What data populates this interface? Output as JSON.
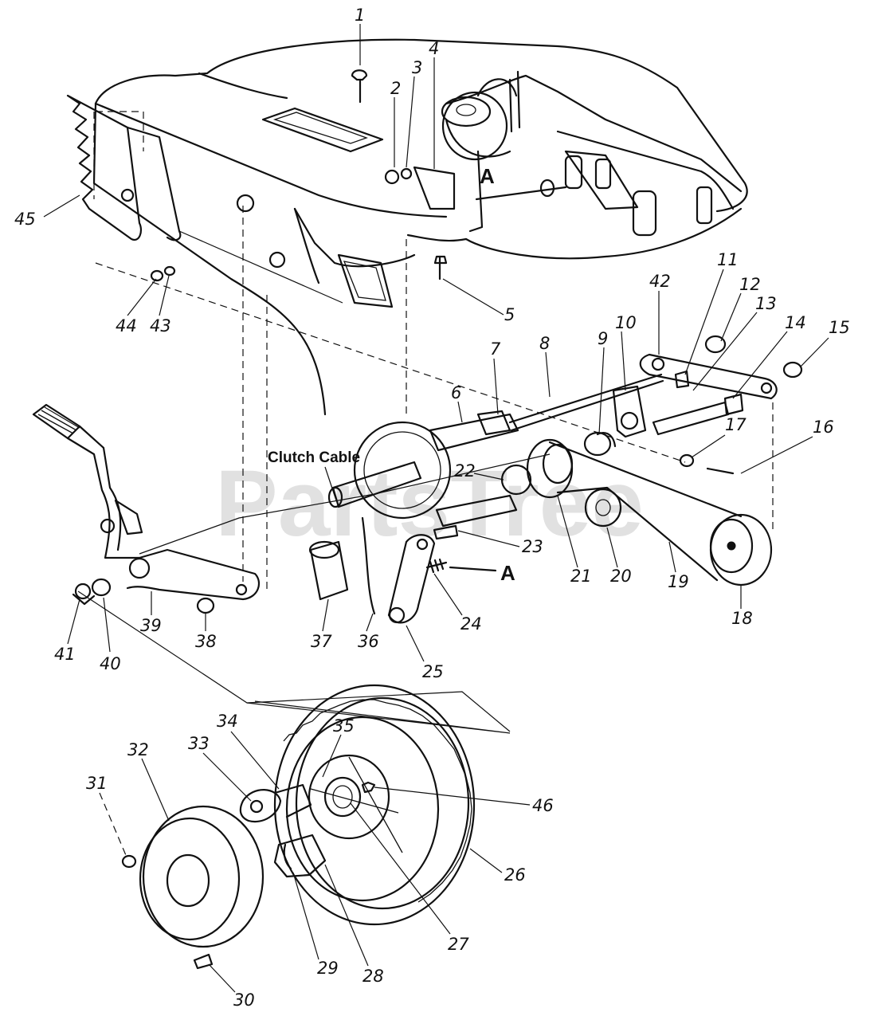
{
  "diagram": {
    "callouts": [
      "1",
      "2",
      "3",
      "4",
      "5",
      "6",
      "7",
      "8",
      "9",
      "10",
      "11",
      "12",
      "13",
      "14",
      "15",
      "16",
      "17",
      "18",
      "19",
      "20",
      "21",
      "22",
      "23",
      "24",
      "25",
      "26",
      "27",
      "28",
      "29",
      "30",
      "31",
      "32",
      "33",
      "34",
      "35",
      "36",
      "37",
      "38",
      "39",
      "40",
      "41",
      "42",
      "43",
      "44",
      "45",
      "46"
    ],
    "clutch_cable_label": "Clutch Cable",
    "reference_marks": [
      "A",
      "A"
    ],
    "watermark": "PartsTree"
  }
}
